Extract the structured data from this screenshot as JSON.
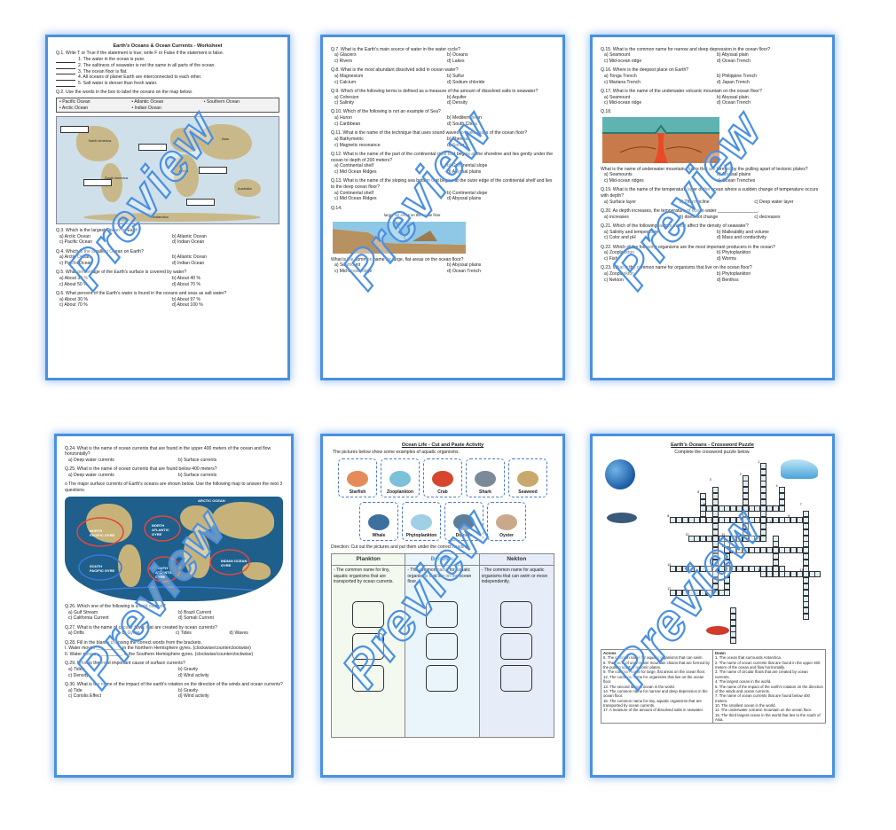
{
  "watermark": "Preview",
  "colors": {
    "border": "#4a90e2",
    "plankton": "#f3f9ef",
    "benthos": "#eaf5fb",
    "nekton": "#e6ecf8"
  },
  "p1": {
    "title": "Earth's Oceans & Ocean Currents - Worksheet",
    "q1_head": "Q.1. Write T or True if the statement is true; write F or False if the statement is false.",
    "tf": [
      "1. The water in the ocean is pure.",
      "2. The saltiness of seawater is not the same in all parts of the ocean.",
      "3. The ocean floor is flat.",
      "4. All oceans of planet Earth are interconnected to each other.",
      "5. Salt water is denser than fresh water."
    ],
    "q2_head": "Q.2. Use the words in the box to label the oceans on the map below.",
    "words": [
      "• Pacific Ocean",
      "• Atlantic Ocean",
      "• Southern Ocean",
      "• Arctic Ocean",
      "• Indian Ocean",
      ""
    ],
    "map_labels": [
      "North America",
      "South America",
      "Africa",
      "Asia",
      "Australia",
      "Antarctica"
    ],
    "qs": [
      {
        "head": "Q.3. Which is the largest Ocean on Earth?",
        "opts": [
          "a) Arctic Ocean",
          "b) Atlantic Ocean",
          "c) Pacific Ocean",
          "d) Indian Ocean"
        ]
      },
      {
        "head": "Q.4. Which is the smallest Ocean on Earth?",
        "opts": [
          "a) Arctic Ocean",
          "b) Atlantic Ocean",
          "c) Pacific Ocean",
          "d) Indian Ocean"
        ]
      },
      {
        "head": "Q.5. What percentage of the Earth's surface is covered by water?",
        "opts": [
          "a) About 30 %",
          "b) About 40 %",
          "c) About 50 %",
          "d) About 70 %"
        ]
      },
      {
        "head": "Q.6. What percent of the Earth's water is found in the oceans and seas as salt water?",
        "opts": [
          "a) About 30 %",
          "b) About 97 %",
          "c) About 70 %",
          "d) About 100 %"
        ]
      }
    ]
  },
  "p2": {
    "qs": [
      {
        "head": "Q.7. What is the Earth's main source of water in the water cycle?",
        "opts": [
          "a) Glaciers",
          "b) Oceans",
          "c) Rivers",
          "d) Lakes"
        ]
      },
      {
        "head": "Q.8. What is the most abundant dissolved solid in ocean water?",
        "opts": [
          "a) Magnesium",
          "b) Sulfur",
          "c) Calcium",
          "d) Sodium chloride"
        ]
      },
      {
        "head": "Q.9. Which of the following terms is defined as a measure of the amount of dissolved salts in seawater?",
        "opts": [
          "a) Cohesion",
          "b) Aquifer",
          "c) Salinity",
          "d) Density"
        ]
      },
      {
        "head": "Q.10. Which of the following is not an example of Sea?",
        "opts": [
          "a) Huron",
          "b) Mediterranean",
          "c) Caribbean",
          "d) South China"
        ]
      },
      {
        "head": "Q.11. What is the name of the technique that uses sound waves to make maps of the ocean floor?",
        "opts": [
          "a) Bathymetric",
          "b) Thermal",
          "c) Magnetic resonance",
          "d) Sonar"
        ]
      },
      {
        "head": "Q.12. What is the name of the part of the continental crust that begins at the shoreline and lies gently under the ocean to depth of 200 meters?",
        "opts": [
          "a) Continental shelf",
          "b) Continental slope",
          "c) Mid Ocean Ridges",
          "d) Abyssal plains"
        ]
      },
      {
        "head": "Q.13. What is the name of the sloping sea bottom that begins at the outer edge of the continental shelf and lies to the deep ocean floor?",
        "opts": [
          "a) Continental shelf",
          "b) Continental slope",
          "c) Mid Ocean Ridges",
          "d) Abyssal plains"
        ]
      }
    ],
    "q14_head": "Q.14.",
    "q14_caption": "large, flat areas on the ocean floor",
    "q14b": {
      "head": "What is the common name for large, flat areas on the ocean floor?",
      "opts": [
        "a) Seamount",
        "b) Abyssal plains",
        "c) Mid-ocean ridge",
        "d) Ocean Trench"
      ]
    }
  },
  "p3": {
    "qs": [
      {
        "head": "Q.15. What is the common name for narrow and deep depression in the ocean floor?",
        "opts": [
          "a) Seamount",
          "b) Abyssal plain",
          "c) Mid-ocean ridge",
          "d) Ocean Trench"
        ]
      },
      {
        "head": "Q.16. Where is the deepest place on Earth?",
        "opts": [
          "a) Tonga Trench",
          "b) Philippine Trench",
          "c) Mariana Trench",
          "d) Japan Trench"
        ]
      },
      {
        "head": "Q.17. What is the name of the underwater volcanic mountain on the ocean floor?",
        "opts": [
          "a) Seamount",
          "b) Abyssal plain",
          "c) Mid-ocean ridge",
          "d) Ocean Trench"
        ]
      }
    ],
    "q18_head": "Q.18.",
    "q18b": {
      "head": "What is the name of underwater mountain chains that are formed by the pulling apart of tectonic plates?",
      "opts": [
        "a) Seamounts",
        "b) Abyssal plains",
        "c) Mid-ocean ridges",
        "d) Ocean Trenches"
      ]
    },
    "q19_head": "Q.19. What is the name of the temperature layer of the ocean where a sudden change of temperature occurs with depth?",
    "q19_opts": [
      "a) Surface layer",
      "b) Thermocline",
      "c) Deep water layer"
    ],
    "q20_head": "Q.20. As depth increases, the temperature of ocean water ________________.",
    "q20_opts": [
      "a) increases",
      "b) does not change",
      "c) decreases"
    ],
    "qs2": [
      {
        "head": "Q.21. Which of the following factors mainly affect the density of seawater?",
        "opts": [
          "a) Salinity and temperature",
          "b) Malleability and volume",
          "c) Color and pH",
          "d) Mass and conductivity"
        ]
      },
      {
        "head": "Q.22. Which of the following organisms are the most important producers in the ocean?",
        "opts": [
          "a) Zooplankton",
          "b) Phytoplankton",
          "c) Fish",
          "d) Worms"
        ]
      },
      {
        "head": "Q.23. What is the common name for organisms that live on the ocean floor?",
        "opts": [
          "a) Zooplankton",
          "b) Phytoplankton",
          "c) Nekton",
          "d) Benthos"
        ]
      }
    ]
  },
  "p4": {
    "qs": [
      {
        "head": "Q.24. What is the name of ocean currents that are found in the upper 400 meters of the ocean and flow horizontally?",
        "opts": [
          "a) Deep water currents",
          "b) Surface currents"
        ]
      },
      {
        "head": "Q.25. What is the name of ocean currents that are found below 400 meters?",
        "opts": [
          "a) Deep water currents",
          "b) Surface currents"
        ]
      }
    ],
    "map_intro": "o   The major surface currents of Earth's oceans are shown below. Use the following map to answer the next 3 questions.",
    "map_labels": [
      "ARCTIC OCEAN",
      "NORTH PACIFIC GYRE",
      "NORTH ATLANTIC GYRE",
      "INDIAN OCEAN GYRE",
      "SOUTH PACIFIC GYRE",
      "SOUTH ATLANTIC GYRE"
    ],
    "qs2": [
      {
        "head": "Q.26. Which one of the following is a cold current?",
        "opts": [
          "a) Gulf Stream",
          "b) Brazil Current",
          "c) California Current",
          "d) Somali Current"
        ]
      }
    ],
    "q27_head": "Q.27. What is the name of circular flows that are created by ocean currents?",
    "q27_opts": [
      "a) Drifts",
      "b) Gyres",
      "c) Tides",
      "d) Waves"
    ],
    "q28_head": "Q.28. Fill in the blanks choosing the correct words from the brackets.",
    "q28_lines": [
      "I. Water moves __________ in the Northern Hemisphere gyres. (clockwise/counterclockwise)",
      "II. Water moves __________ in the Southern Hemisphere gyres. (clockwise/counterclockwise)"
    ],
    "qs3": [
      {
        "head": "Q.29. What is the most important cause of surface currents?",
        "opts": [
          "a) Tides",
          "b) Gravity",
          "c) Density",
          "d) Wind activity"
        ]
      },
      {
        "head": "Q.30. What is the name of the impact of the earth's rotation on the direction of the winds and ocean currents?",
        "opts": [
          "a) Tide",
          "b) Gravity",
          "c) Coriolis Effect",
          "d) Wind activity"
        ]
      }
    ]
  },
  "p5": {
    "title": "Ocean Life - Cut and Paste Activity",
    "subtitle": "The pictures below show some examples of aquatic organisms.",
    "cards_row1": [
      "Starfish",
      "Zooplankton",
      "Crab",
      "Shark",
      "Seaweed"
    ],
    "cards_row2": [
      "Whale",
      "Phytoplankton",
      "Dolphin",
      "Oyster"
    ],
    "direction": "Direction: Cut out the pictures and put them under the correct heading.",
    "columns": [
      {
        "name": "Plankton",
        "desc": "- The common name for tiny, aquatic organisms that are transported by ocean currents."
      },
      {
        "name": "Benthos",
        "desc": "- The common name for aquatic organisms that live on the ocean floor."
      },
      {
        "name": "Nekton",
        "desc": "- The common name for aquatic organisms that can swim or move independently."
      }
    ]
  },
  "p6": {
    "title": "Earth's Oceans - Crossword Puzzle",
    "subtitle": "Complete the crossword puzzle below.",
    "across_head": "Across",
    "down_head": "Down",
    "across": [
      "6. The common name for aquatic organisms that can swim.",
      "8. The name of underwater mountain chains that are formed by the pulling apart of tectonic plates.",
      "9. The common name for large, flat areas on the ocean floor.",
      "12. The common name for organisms that live on the ocean floor.",
      "13. The second largest ocean in the world.",
      "14. The common name for narrow and deep depression in the ocean floor.",
      "16. The common name for tiny, aquatic organisms that are transported by ocean currents.",
      "17. A measure of the amount of dissolved salts in seawater."
    ],
    "down": [
      "1. The ocean that surrounds Antarctica.",
      "2. The name of ocean currents that are found in the upper 400 meters of the ocean and flow horizontally.",
      "3. The name of circular flows that are created by ocean currents.",
      "4. The largest ocean in the world.",
      "5. The name of the impact of the earth's rotation on the direction of the winds and ocean currents.",
      "7. The name of ocean currents that are found below 400 meters.",
      "10. The smallest ocean in the world.",
      "11. The underwater volcanic mountain on the ocean floor.",
      "15. The third largest ocean in the world that lies to the south of Asia."
    ],
    "numbers": [
      "1",
      "2",
      "3",
      "4",
      "5",
      "6",
      "7",
      "8",
      "9",
      "10",
      "11",
      "12",
      "13",
      "14",
      "15",
      "16",
      "17"
    ]
  }
}
